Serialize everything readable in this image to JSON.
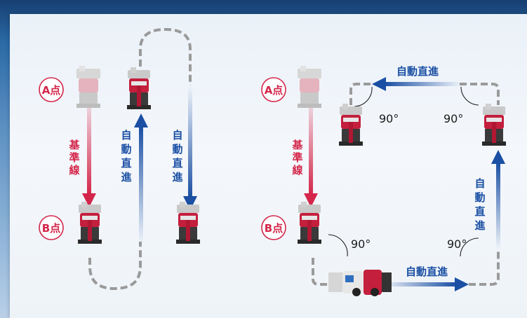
{
  "left_diagram": {
    "point_a_label": "A点",
    "point_b_label": "B点",
    "baseline_label": [
      "基",
      "準",
      "線"
    ],
    "auto_straight_1": [
      "自",
      "動",
      "直",
      "進"
    ],
    "auto_straight_2": [
      "自",
      "動",
      "直",
      "進"
    ]
  },
  "right_diagram": {
    "point_a_label": "A点",
    "point_b_label": "B点",
    "baseline_label": [
      "基",
      "準",
      "線"
    ],
    "auto_straight_top": "自動直進",
    "auto_straight_right": [
      "自",
      "動",
      "直",
      "進"
    ],
    "auto_straight_bottom": "自動直進",
    "angle_labels": [
      "90°",
      "90°",
      "90°",
      "90°"
    ]
  },
  "colors": {
    "red_accent": "#d4264a",
    "blue_accent": "#1a4fa3",
    "path_gray": "#9a9a9a"
  },
  "icons": {
    "machine": "rice-transplanter-icon"
  }
}
